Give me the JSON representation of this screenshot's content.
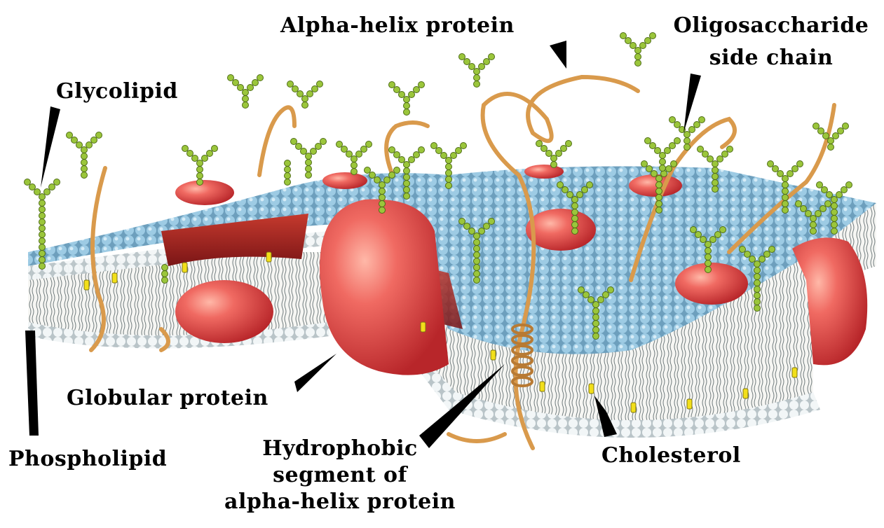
{
  "labels": {
    "alpha_helix": "Alpha-helix protein",
    "oligosaccharide_line1": "Oligosaccharide",
    "oligosaccharide_line2": "side chain",
    "glycolipid": "Glycolipid",
    "globular": "Globular protein",
    "phospholipid": "Phospholipid",
    "hydrophobic_line1": "Hydrophobic",
    "hydrophobic_line2": "segment of",
    "hydrophobic_line3": "alpha-helix protein",
    "cholesterol": "Cholesterol"
  },
  "colors": {
    "head_blue": "#8fc3de",
    "head_white": "#eef3f5",
    "protein_red": "#e2514f",
    "protein_dark": "#9e1f24",
    "chain_green": "#9bc63b",
    "cholesterol_yellow": "#f2df1a",
    "protein_chain": "#d99a4c"
  }
}
